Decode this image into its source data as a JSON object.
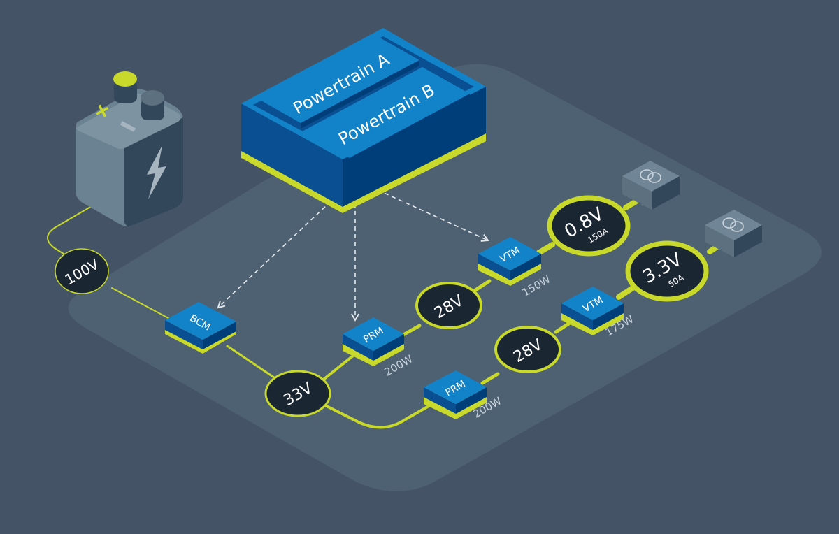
{
  "colors": {
    "background": "#445365",
    "platform": "#4e6172",
    "accent_lime": "#c8d92b",
    "module_top": "#1283c8",
    "module_side": "#003e7a",
    "node_fill": "#1b2633",
    "load_block": "#5d7080",
    "battery_body": "#6b8292"
  },
  "powertrain": {
    "label_a": "Powertrain A",
    "label_b": "Powertrain B"
  },
  "battery": {
    "positive_symbol": "+",
    "negative_symbol": "−",
    "icon": "lightning-bolt-icon"
  },
  "nodes": {
    "source": {
      "voltage": "100V"
    },
    "bus": {
      "voltage": "33V"
    },
    "mid_a": {
      "voltage": "28V"
    },
    "mid_b": {
      "voltage": "28V"
    },
    "out_a": {
      "voltage": "0.8V",
      "current": "150A"
    },
    "out_b": {
      "voltage": "3.3V",
      "current": "50A"
    }
  },
  "modules": {
    "bcm": {
      "label": "BCM"
    },
    "prm_a": {
      "label": "PRM",
      "power": "200W"
    },
    "prm_b": {
      "label": "PRM",
      "power": "200W"
    },
    "vtm_a": {
      "label": "VTM",
      "power": "150W"
    },
    "vtm_b": {
      "label": "VTM",
      "power": "175W"
    }
  },
  "loads": [
    {
      "icon": "load-rings-icon"
    },
    {
      "icon": "load-rings-icon"
    }
  ]
}
